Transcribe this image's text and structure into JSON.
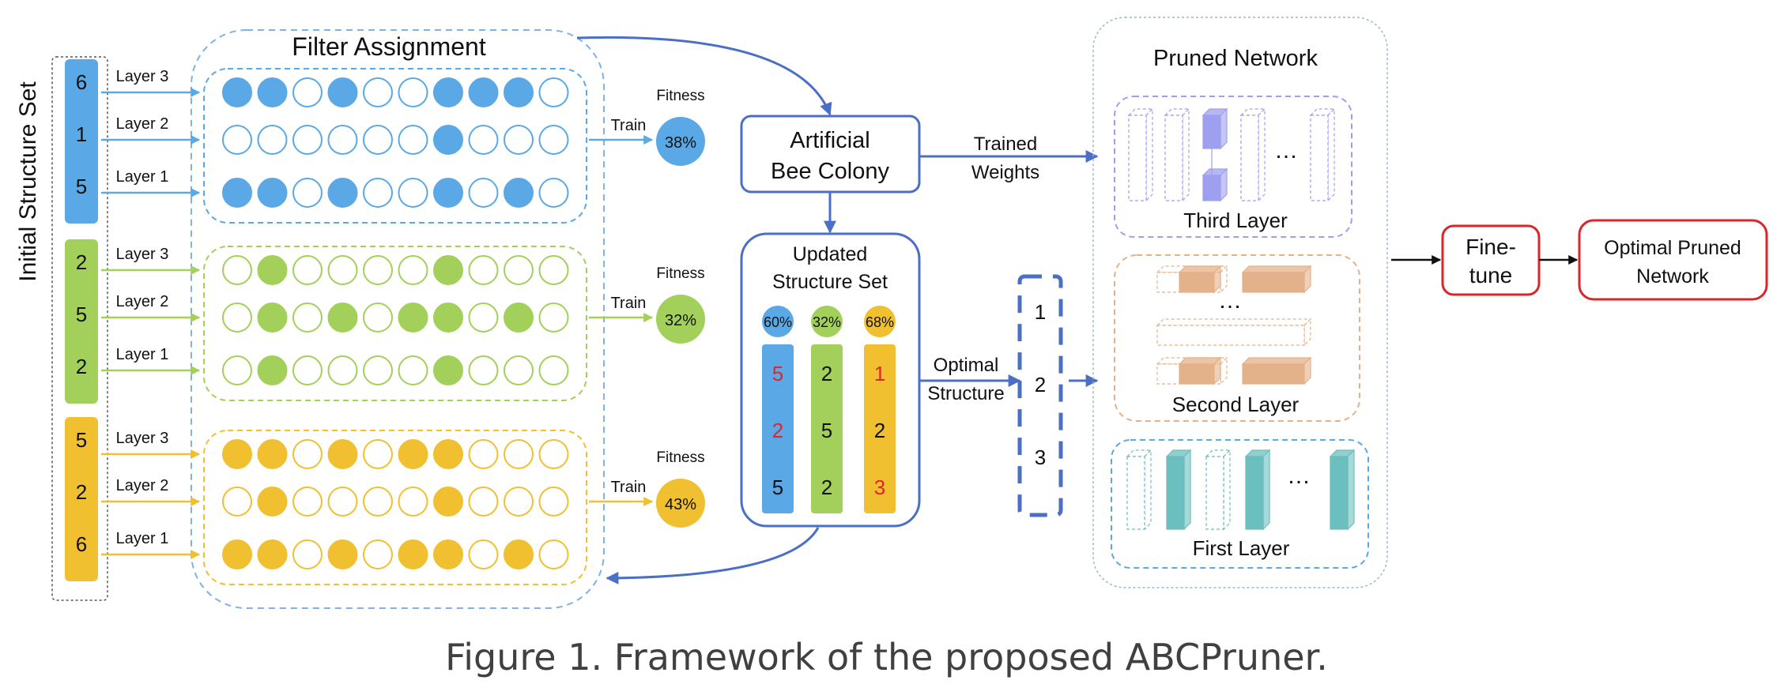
{
  "caption": "Figure 1. Framework of the proposed ABCPruner.",
  "initial_structure_set": {
    "label": "Initial  Structure Set",
    "groups": [
      {
        "color": "#5aa9e6",
        "values": [
          "6",
          "1",
          "5"
        ]
      },
      {
        "color": "#a2d05a",
        "values": [
          "2",
          "5",
          "2"
        ]
      },
      {
        "color": "#f0c030",
        "values": [
          "5",
          "2",
          "6"
        ]
      }
    ]
  },
  "filter_assignment": {
    "title": "Filter Assignment",
    "groups": [
      {
        "color": "#5aa9e6",
        "rows": [
          {
            "label": "Layer 3",
            "filled": [
              1,
              1,
              0,
              1,
              0,
              0,
              1,
              1,
              1,
              0
            ]
          },
          {
            "label": "Layer 2",
            "filled": [
              0,
              0,
              0,
              0,
              0,
              0,
              1,
              0,
              0,
              0
            ]
          },
          {
            "label": "Layer 1",
            "filled": [
              1,
              1,
              0,
              1,
              0,
              0,
              1,
              0,
              1,
              0
            ]
          }
        ],
        "train_label": "Train",
        "fitness_label": "Fitness",
        "fitness_value": "38%"
      },
      {
        "color": "#a2d05a",
        "rows": [
          {
            "label": "Layer 3",
            "filled": [
              0,
              1,
              0,
              0,
              0,
              0,
              1,
              0,
              0,
              0
            ]
          },
          {
            "label": "Layer 2",
            "filled": [
              0,
              1,
              0,
              1,
              0,
              1,
              1,
              0,
              1,
              0
            ]
          },
          {
            "label": "Layer 1",
            "filled": [
              0,
              1,
              0,
              0,
              0,
              0,
              1,
              0,
              0,
              0
            ]
          }
        ],
        "train_label": "Train",
        "fitness_label": "Fitness",
        "fitness_value": "32%"
      },
      {
        "color": "#f0c030",
        "rows": [
          {
            "label": "Layer 3",
            "filled": [
              1,
              1,
              0,
              1,
              0,
              1,
              1,
              0,
              0,
              0
            ]
          },
          {
            "label": "Layer 2",
            "filled": [
              0,
              1,
              0,
              0,
              0,
              0,
              1,
              0,
              0,
              0
            ]
          },
          {
            "label": "Layer 1",
            "filled": [
              1,
              1,
              0,
              1,
              0,
              1,
              1,
              0,
              1,
              0
            ]
          }
        ],
        "train_label": "Train",
        "fitness_label": "Fitness",
        "fitness_value": "43%"
      }
    ]
  },
  "abc": {
    "line1": "Artificial",
    "line2": "Bee Colony"
  },
  "updated_set": {
    "title_line1": "Updated",
    "title_line2": "Structure Set",
    "columns": [
      {
        "color": "#5aa9e6",
        "percent": "60%",
        "values": [
          {
            "v": "5",
            "red": true
          },
          {
            "v": "2",
            "red": true
          },
          {
            "v": "5",
            "red": false
          }
        ]
      },
      {
        "color": "#a2d05a",
        "percent": "32%",
        "values": [
          {
            "v": "2",
            "red": false
          },
          {
            "v": "5",
            "red": false
          },
          {
            "v": "2",
            "red": false
          }
        ]
      },
      {
        "color": "#f0c030",
        "percent": "68%",
        "values": [
          {
            "v": "1",
            "red": true
          },
          {
            "v": "2",
            "red": false
          },
          {
            "v": "3",
            "red": true
          }
        ]
      }
    ]
  },
  "trained_weights": {
    "line1": "Trained",
    "line2": "Weights"
  },
  "optimal_structure": {
    "line1": "Optimal",
    "line2": "Structure",
    "values": [
      "1",
      "2",
      "3"
    ]
  },
  "pruned_network": {
    "title": "Pruned Network",
    "third_layer": "Third Layer",
    "second_layer": "Second Layer",
    "first_layer": "First Layer",
    "ellipsis": "…",
    "colors": {
      "third": "#9f9ff0",
      "second": "#e4b28a",
      "first": "#6cbfbf"
    }
  },
  "finetune": {
    "line1": "Fine-",
    "line2": "tune"
  },
  "optimal_pruned": {
    "line1": "Optimal Pruned",
    "line2": "Network"
  }
}
